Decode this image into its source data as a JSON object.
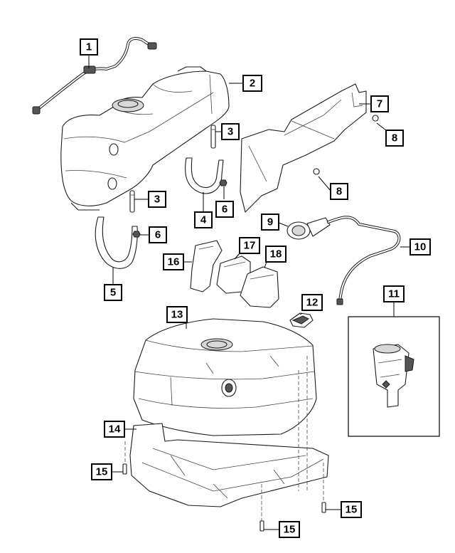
{
  "diagram": {
    "callouts": [
      {
        "id": "c1",
        "label": "1"
      },
      {
        "id": "c2",
        "label": "2"
      },
      {
        "id": "c3a",
        "label": "3"
      },
      {
        "id": "c3b",
        "label": "3"
      },
      {
        "id": "c4",
        "label": "4"
      },
      {
        "id": "c5",
        "label": "5"
      },
      {
        "id": "c6a",
        "label": "6"
      },
      {
        "id": "c6b",
        "label": "6"
      },
      {
        "id": "c7",
        "label": "7"
      },
      {
        "id": "c8a",
        "label": "8"
      },
      {
        "id": "c8b",
        "label": "8"
      },
      {
        "id": "c9",
        "label": "9"
      },
      {
        "id": "c10",
        "label": "10"
      },
      {
        "id": "c11",
        "label": "11"
      },
      {
        "id": "c12",
        "label": "12"
      },
      {
        "id": "c13",
        "label": "13"
      },
      {
        "id": "c14",
        "label": "14"
      },
      {
        "id": "c15a",
        "label": "15"
      },
      {
        "id": "c15b",
        "label": "15"
      },
      {
        "id": "c15c",
        "label": "15"
      },
      {
        "id": "c16",
        "label": "16"
      },
      {
        "id": "c17",
        "label": "17"
      },
      {
        "id": "c18",
        "label": "18"
      }
    ]
  }
}
